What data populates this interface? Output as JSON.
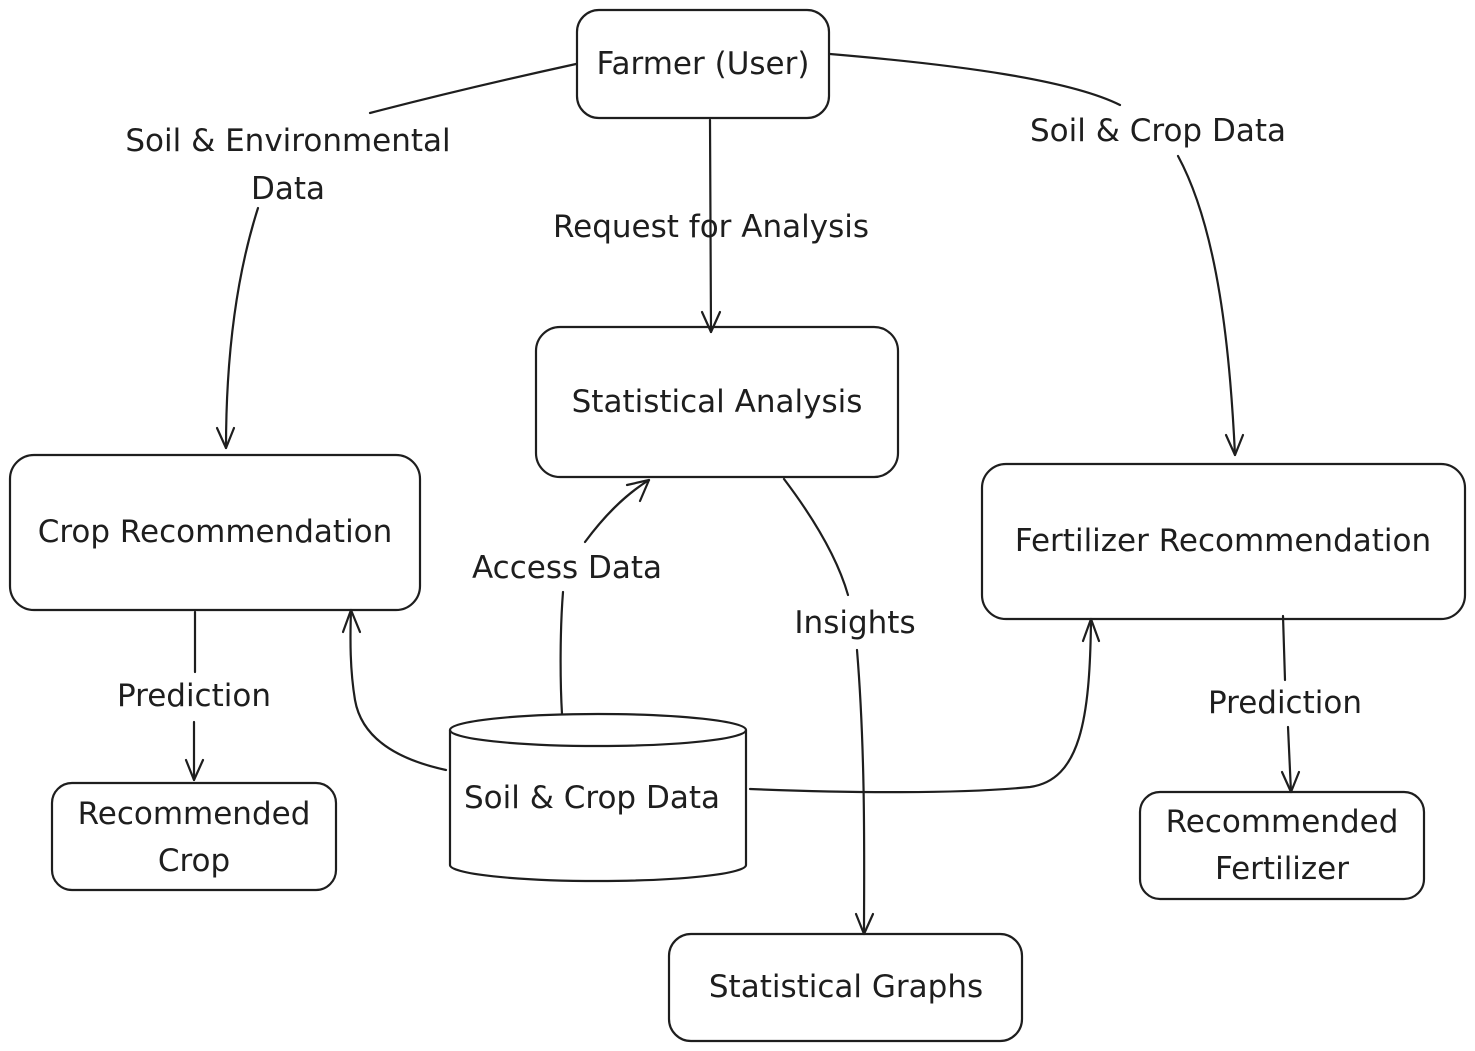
{
  "nodes": {
    "farmer": "Farmer (User)",
    "statistical_analysis": "Statistical Analysis",
    "crop_recommendation": "Crop Recommendation",
    "fertilizer_recommendation": "Fertilizer Recommendation",
    "recommended_crop": [
      "Recommended",
      "Crop"
    ],
    "recommended_fertilizer": [
      "Recommended",
      "Fertilizer"
    ],
    "data_store": "Soil & Crop Data",
    "statistical_graphs": "Statistical Graphs"
  },
  "edges": {
    "farmer_to_crop": [
      "Soil & Environmental",
      "Data"
    ],
    "farmer_to_analysis": "Request for Analysis",
    "farmer_to_fertilizer": "Soil & Crop Data",
    "store_to_analysis": "Access Data",
    "analysis_to_graphs": "Insights",
    "crop_to_recommended": "Prediction",
    "fertilizer_to_recommended": "Prediction"
  }
}
